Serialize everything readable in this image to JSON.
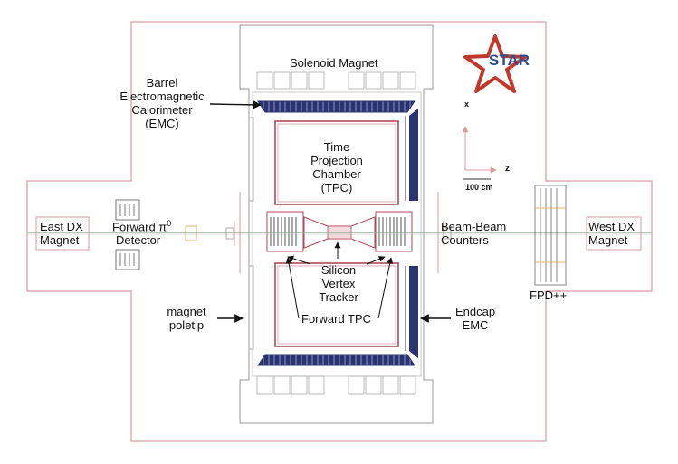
{
  "labels": {
    "solenoid": "Solenoid Magnet",
    "bemc": [
      "Barrel",
      "Electromagnetic",
      "Calorimeter",
      "(EMC)"
    ],
    "tpc": [
      "Time",
      "Projection",
      "Chamber",
      "(TPC)"
    ],
    "east_dx": [
      "East DX",
      "Magnet"
    ],
    "forward_pi0": [
      "Forward π",
      "Detector"
    ],
    "forward_pi0_sup": "0",
    "beam_beam": [
      "Beam-Beam",
      "Counters"
    ],
    "west_dx": [
      "West DX",
      "Magnet"
    ],
    "svt": [
      "Silicon",
      "Vertex",
      "Tracker"
    ],
    "forward_tpc": "Forward TPC",
    "poletip": [
      "magnet",
      "poletip"
    ],
    "endcap": [
      "Endcap",
      "EMC"
    ],
    "fpd": "FPD++"
  },
  "axes": {
    "x": "x",
    "z": "z",
    "scale": "100 cm"
  },
  "logo": {
    "text": "STAR",
    "star_color": "#c0392b",
    "text_color": "#2d4f8f"
  },
  "colors": {
    "outline": "#d79aa3",
    "calorimeter": "#2a3470",
    "beamline": "#8fbf8f",
    "arrow": "#111111"
  }
}
